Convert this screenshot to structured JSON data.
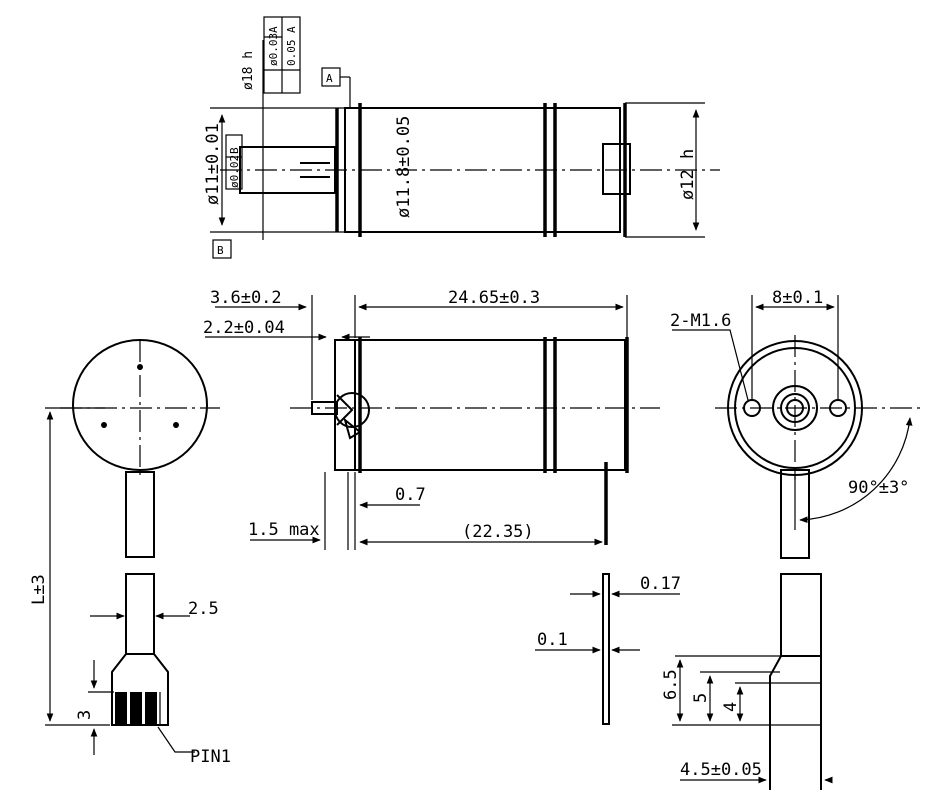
{
  "top_view": {
    "tol_parallel": "ø18 h",
    "fcf1_tol": "ø0.03",
    "fcf1_ref": "A",
    "fcf2_tol": "0.05",
    "fcf2_ref": "A",
    "datum_a": "A",
    "datum_b": "B",
    "shaft_dia": "ø11±0.01",
    "shaft_fcf_tol": "ø0.02",
    "shaft_fcf_ref": "B",
    "body_dia": "ø11.8±0.05",
    "motor_dia": "ø12 h"
  },
  "side_view": {
    "dim_3_6": "3.6±0.2",
    "dim_2_2": "2.2±0.04",
    "dim_24_65": "24.65±0.3",
    "dim_0_7": "0.7",
    "dim_1_5": "1.5 max",
    "dim_22_35": "(22.35)"
  },
  "end_view": {
    "dim_8": "8±0.1",
    "holes": "2-M1.6",
    "angle": "90°±3°"
  },
  "left_view": {
    "dim_L": "L±3",
    "dim_2_5": "2.5",
    "dim_3": "3",
    "pin_label": "PIN1"
  },
  "terminal_detail": {
    "dim_0_17": "0.17",
    "dim_0_1": "0.1"
  },
  "connector_detail": {
    "dim_6_5": "6.5",
    "dim_5": "5",
    "dim_4": "4",
    "dim_4_5": "4.5±0.05"
  }
}
